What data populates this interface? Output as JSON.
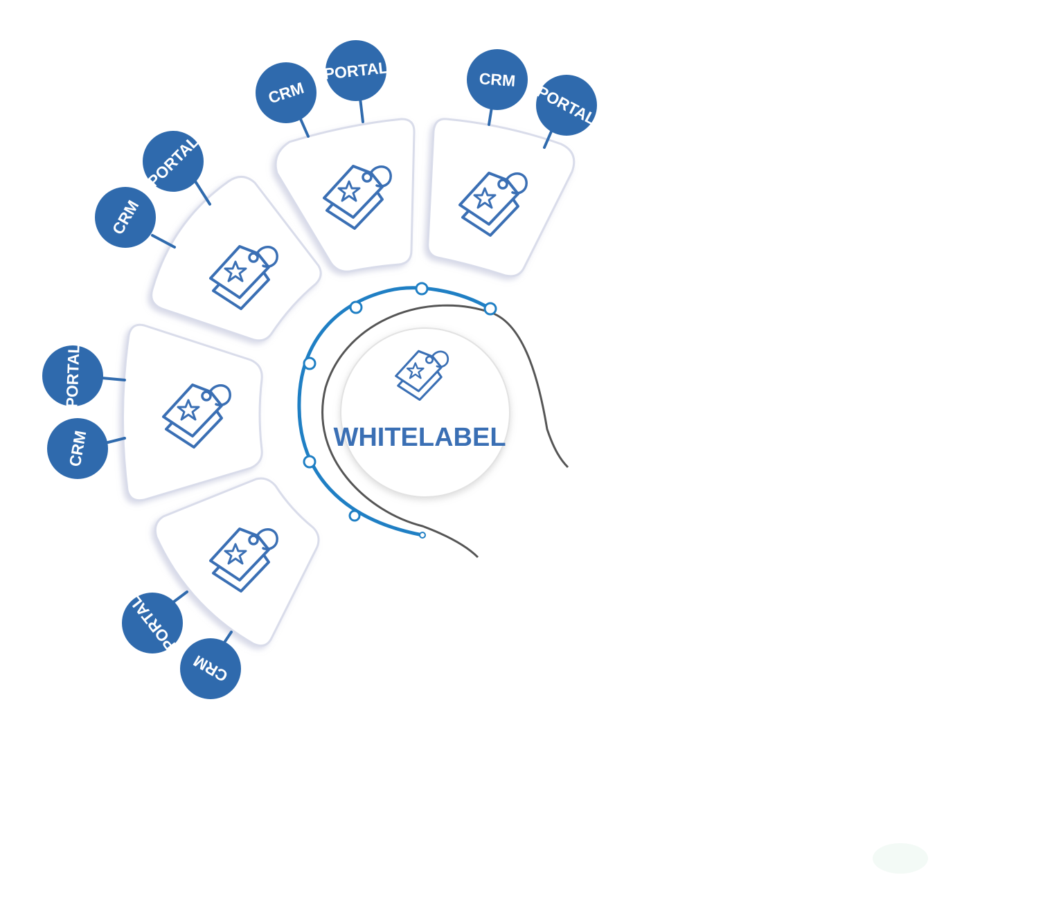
{
  "hub": {
    "title": "WHITELABEL",
    "icon": "price-tag-icon"
  },
  "segments": [
    {
      "id": "top-center",
      "icon": "price-tag-icon",
      "badges": [
        "CRM",
        "PORTAL"
      ]
    },
    {
      "id": "top-right",
      "icon": "price-tag-icon",
      "badges": [
        "CRM",
        "PORTAL"
      ]
    },
    {
      "id": "upper-left",
      "icon": "price-tag-icon",
      "badges": [
        "CRM",
        "PORTAL"
      ]
    },
    {
      "id": "left",
      "icon": "price-tag-icon",
      "badges": [
        "PORTAL",
        "CRM"
      ]
    },
    {
      "id": "lower-left",
      "icon": "price-tag-icon",
      "badges": [
        "PORTAL",
        "CRM"
      ]
    }
  ],
  "colors": {
    "badge": "#2f6aad",
    "accent": "#1f7fc4",
    "icon": "#3a6fb4",
    "card_border": "#d9dcea",
    "dark_line": "#555555"
  }
}
